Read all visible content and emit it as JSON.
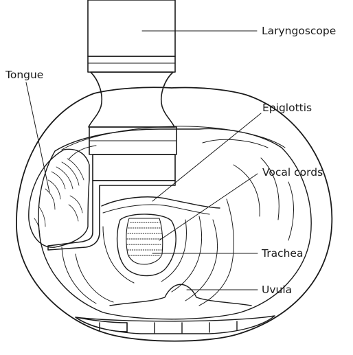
{
  "labels": {
    "laryngoscope": "Laryngoscope",
    "tongue": "Tongue",
    "epiglottis": "Epiglottis",
    "vocal_cords": "Vocal cords",
    "trachea": "Trachea",
    "uvula": "Uvula"
  },
  "colors": {
    "line": "#1a1a1a",
    "background": "#ffffff"
  }
}
